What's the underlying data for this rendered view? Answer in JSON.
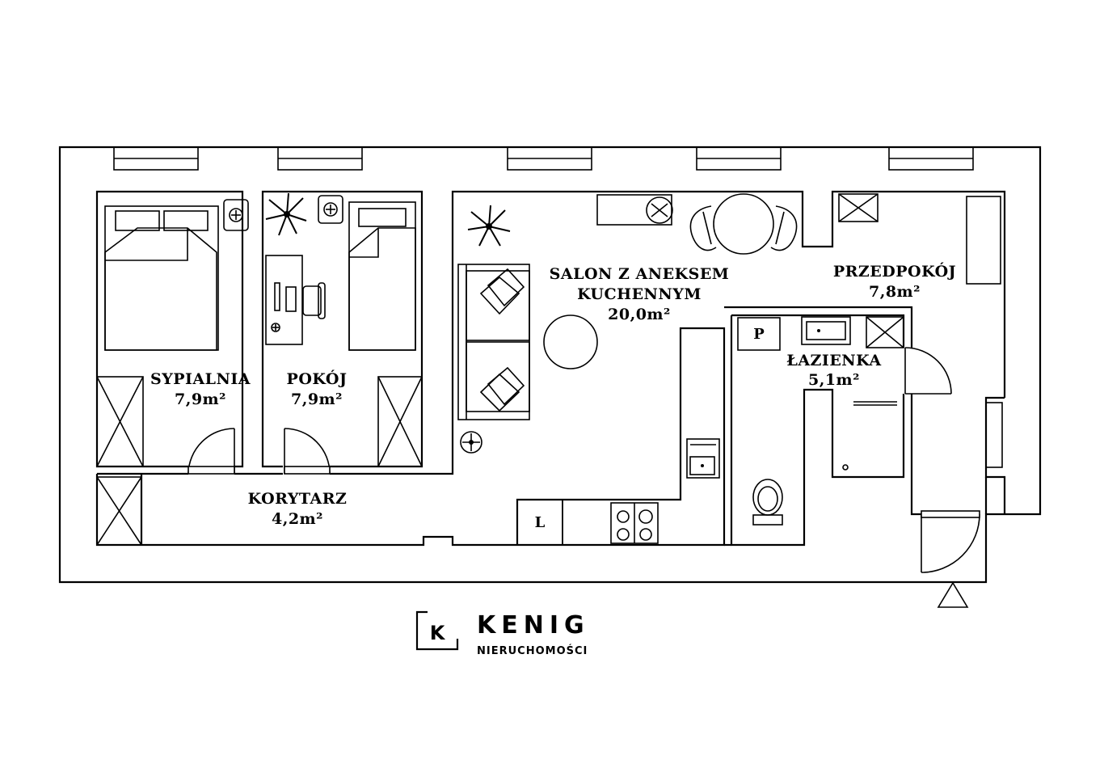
{
  "rooms": {
    "sypialnia": {
      "name": "SYPIALNIA",
      "area": "7,9m²"
    },
    "pokoj": {
      "name": "POKÓJ",
      "area": "7,9m²"
    },
    "salon": {
      "name_line1": "SALON Z ANEKSEM",
      "name_line2": "KUCHENNYM",
      "area": "20,0m²"
    },
    "przedpokoj": {
      "name": "PRZEDPOKÓJ",
      "area": "7,8m²"
    },
    "lazienka": {
      "name": "ŁAZIENKA",
      "area": "5,1m²"
    },
    "korytarz": {
      "name": "KORYTARZ",
      "area": "4,2m²"
    }
  },
  "fixtures": {
    "fridge_label": "L",
    "boiler_label": "P"
  },
  "logo": {
    "letter": "K",
    "name": "KENIG",
    "subtitle": "NIERUCHOMOŚCI"
  },
  "icons": [
    "bed-icon",
    "plant-icon",
    "sofa-icon",
    "table-icon",
    "stove-icon",
    "sink-icon",
    "toilet-icon",
    "wardrobe-icon",
    "door-icon",
    "entrance-arrow-icon"
  ]
}
